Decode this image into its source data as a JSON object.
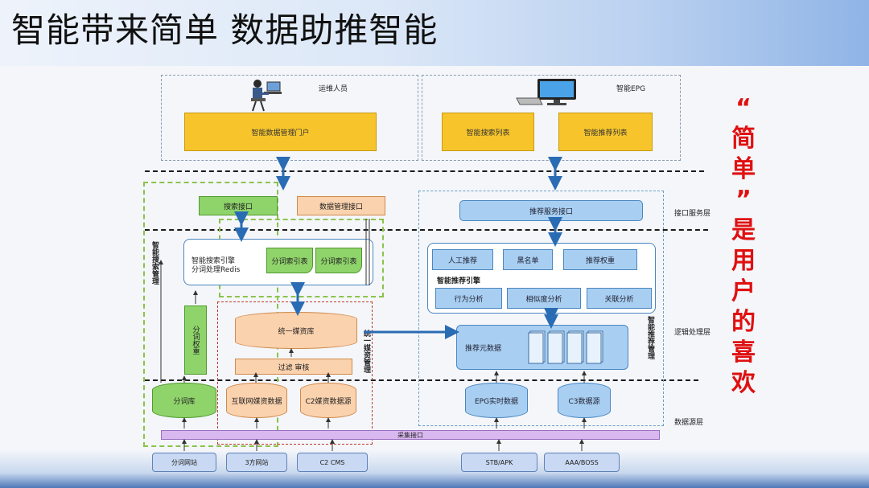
{
  "page": {
    "title": "智能带来简单  数据助推智能"
  },
  "top": {
    "ops_label": "运维人员",
    "portal": "智能数据管理门户",
    "epg_label": "智能EPG",
    "search_list": "智能搜索列表",
    "rec_list": "智能推荐列表"
  },
  "layers": {
    "interface": "接口服务层",
    "logic": "逻辑处理层",
    "source": "数据源层"
  },
  "search": {
    "api": "搜索接口",
    "data_mgmt_api": "数据管理接口",
    "engine_line1": "智能搜索引擎",
    "engine_line2": "分词处理Redis",
    "index1": "分词索引表",
    "index2": "分词索引表",
    "side_label": "智能搜索管理",
    "weight": "分词权重",
    "dict": "分词库"
  },
  "media": {
    "repo": "统一媒资库",
    "filter": "过滤 审核",
    "internet": "互联网媒资数据",
    "c2": "C2媒资数据源",
    "side_label": "统一媒资管理"
  },
  "rec": {
    "api": "推荐服务接口",
    "manual": "人工推荐",
    "blacklist": "黑名单",
    "weight": "推荐权重",
    "engine": "智能推荐引擎",
    "behavior": "行为分析",
    "similarity": "相似度分析",
    "relation": "关联分析",
    "meta": "推荐元数据",
    "side_label": "智能推荐管理",
    "epg_realtime": "EPG实时数据",
    "c3": "C3数据源"
  },
  "collect": "采集接口",
  "sources": [
    "分词网站",
    "3方网站",
    "C2 CMS",
    "STB/APK",
    "AAA/BOSS"
  ],
  "slogan": [
    "“",
    "简",
    "单",
    "”",
    "是",
    "用",
    "户",
    "的",
    "喜",
    "欢"
  ],
  "colors": {
    "slogan": "#e01010",
    "yellow": "#f7c52b",
    "green": "#8fd36b",
    "blue": "#a8cff2",
    "orange": "#fbd2ae",
    "purple": "#d9b8f0"
  }
}
